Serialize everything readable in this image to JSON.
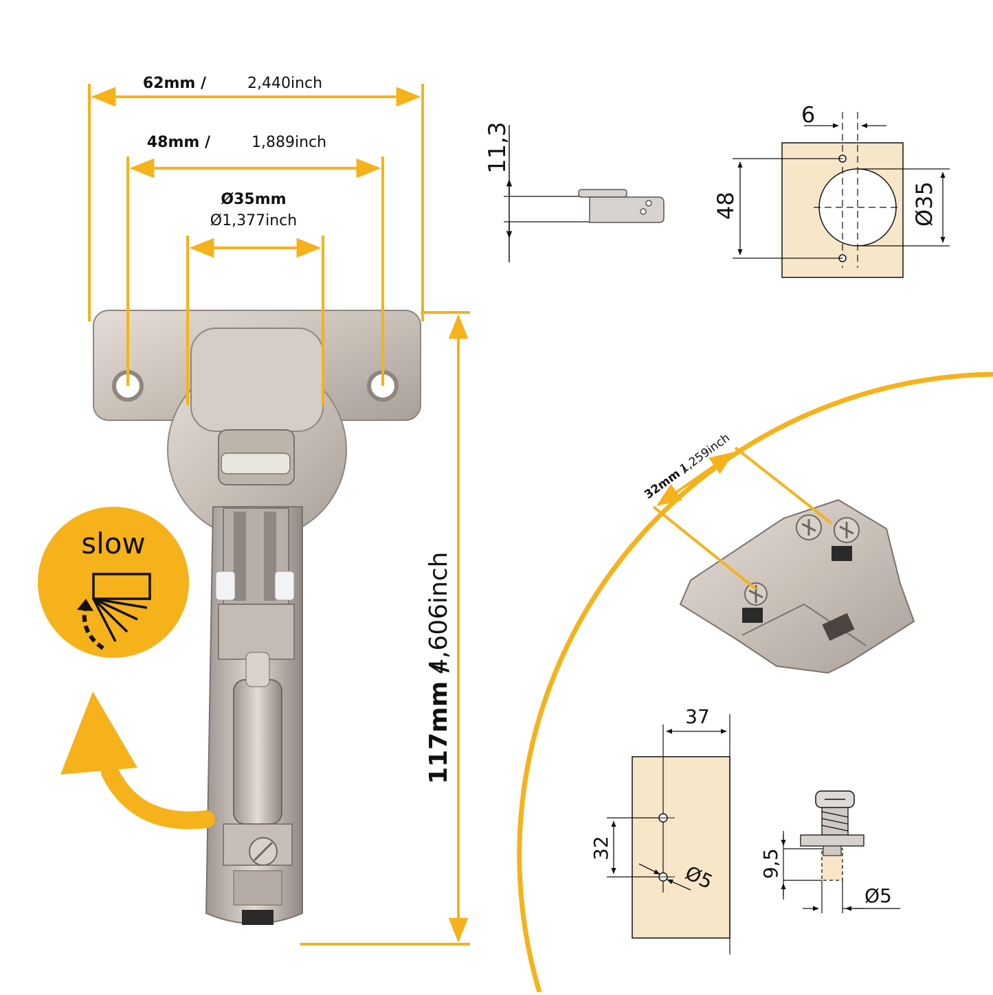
{
  "dimensions": {
    "width_62_bold": "62mm /",
    "width_62_inch": "2,440inch",
    "width_48_bold": "48mm /",
    "width_48_inch": "1,889inch",
    "cup_bold": "Ø35mm",
    "cup_inch": "Ø1,377inch",
    "height_bold": "117mm /",
    "height_inch": "4,606inch"
  },
  "badge": {
    "label": "slow"
  },
  "side_view": {
    "depth_label": "11,3"
  },
  "drill_pattern": {
    "offset_label": "6",
    "spacing_label": "48",
    "cup_label": "Ø35"
  },
  "mounting_plate": {
    "hole_spacing_bold": "32mm /",
    "hole_spacing_inch": "1,259inch"
  },
  "plate_drill": {
    "distance_label": "37",
    "spacing_label": "32",
    "hole_label": "Ø5"
  },
  "screw": {
    "depth_label": "9,5",
    "diameter_label": "Ø5"
  },
  "colors": {
    "accent": "#f5b21a",
    "wood": "#f8e6c8",
    "metal": "#cfc7c0"
  }
}
